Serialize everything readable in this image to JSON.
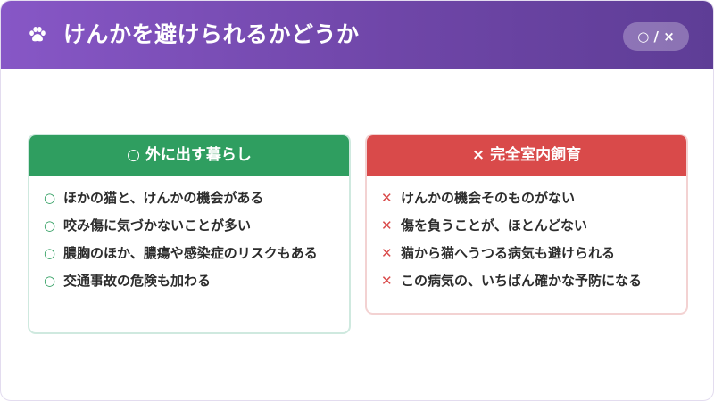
{
  "header": {
    "icon": "paw-icon",
    "title": "けんかを避けられるかどうか",
    "badge": "○ / ×",
    "color": "#7a4fb8"
  },
  "left_card": {
    "title": "○ 外に出す暮らし",
    "color": "#2f9e60",
    "mark": "○",
    "items": [
      "ほかの猫と、けんかの機会がある",
      "咬み傷に気づかないことが多い",
      "膿胸のほか、膿瘍や感染症のリスクもある",
      "交通事故の危険も加わる"
    ]
  },
  "right_card": {
    "title": "× 完全室内飼育",
    "color": "#d94a4a",
    "mark": "✕",
    "items": [
      "けんかの機会そのものがない",
      "傷を負うことが、ほとんどない",
      "猫から猫へうつる病気も避けられる",
      "この病気の、いちばん確かな予防になる"
    ]
  }
}
